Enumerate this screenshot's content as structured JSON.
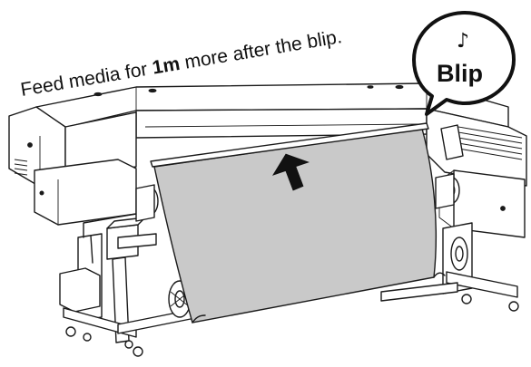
{
  "instruction": {
    "before": "Feed media for ",
    "emphasis": "1m",
    "after": " more after the blip."
  },
  "bubble": {
    "note": "♪",
    "label": "Blip"
  },
  "colors": {
    "media": "#c9c9c9",
    "line": "#1a1a1a",
    "arrow": "#111111"
  }
}
